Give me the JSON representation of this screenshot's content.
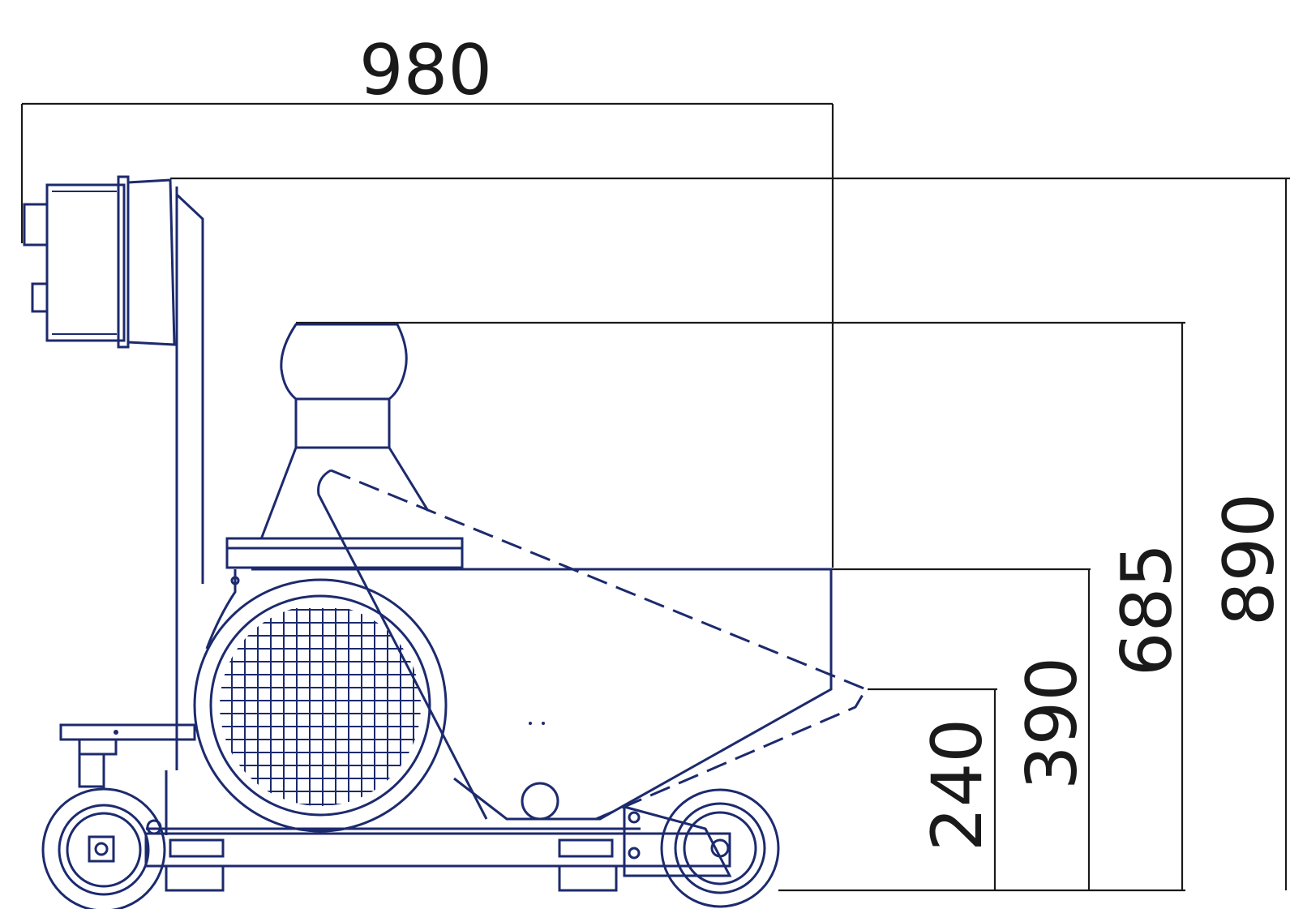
{
  "dimensions": {
    "length": "980",
    "height_total": "890",
    "height_hopper_top": "685",
    "height_hopper_rim": "390",
    "height_outlet": "240"
  },
  "colors": {
    "ink": "#1c2a6e",
    "dimension_line": "#1a1a1a",
    "background": "#ffffff"
  }
}
